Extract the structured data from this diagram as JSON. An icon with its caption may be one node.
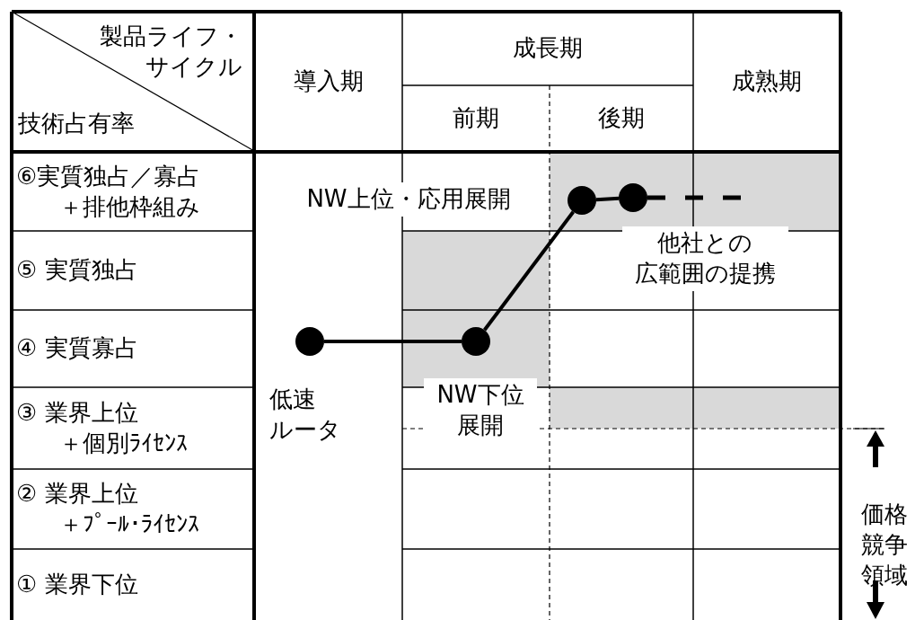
{
  "diagram": {
    "nodes": [
      {
        "text": [],
        "shape": "circle"
      },
      {
        "text": [],
        "shape": "circle"
      },
      {
        "text": [],
        "shape": "circle"
      },
      {
        "text": [],
        "shape": "circle"
      }
    ],
    "edges": [
      {
        "from": 0,
        "to": 1,
        "arrow": "none"
      },
      {
        "from": 1,
        "to": 2,
        "arrow": "none"
      },
      {
        "from": 2,
        "to": 3,
        "arrow": "none"
      },
      {
        "from": 3,
        "to": null,
        "arrow": "none",
        "style": "dashed"
      }
    ],
    "labels": [
      "製品ライフ・サイクル",
      "技術占有率",
      "導入期",
      "成長期",
      "成熟期",
      "前期",
      "後期",
      "⑥実質独占／寡占＋排他枠組み",
      "⑤ 実質独占",
      "④ 実質寡占",
      "③ 業界上位＋個別ﾗｲｾﾝｽ",
      "② 業界上位＋ﾌﾟｰﾙ･ﾗｲｾﾝｽ",
      "① 業界下位",
      "NW上位・応用展開",
      "他社との広範囲の提携",
      "低速ルータ",
      "NW下位展開",
      "価格競争領域"
    ]
  }
}
